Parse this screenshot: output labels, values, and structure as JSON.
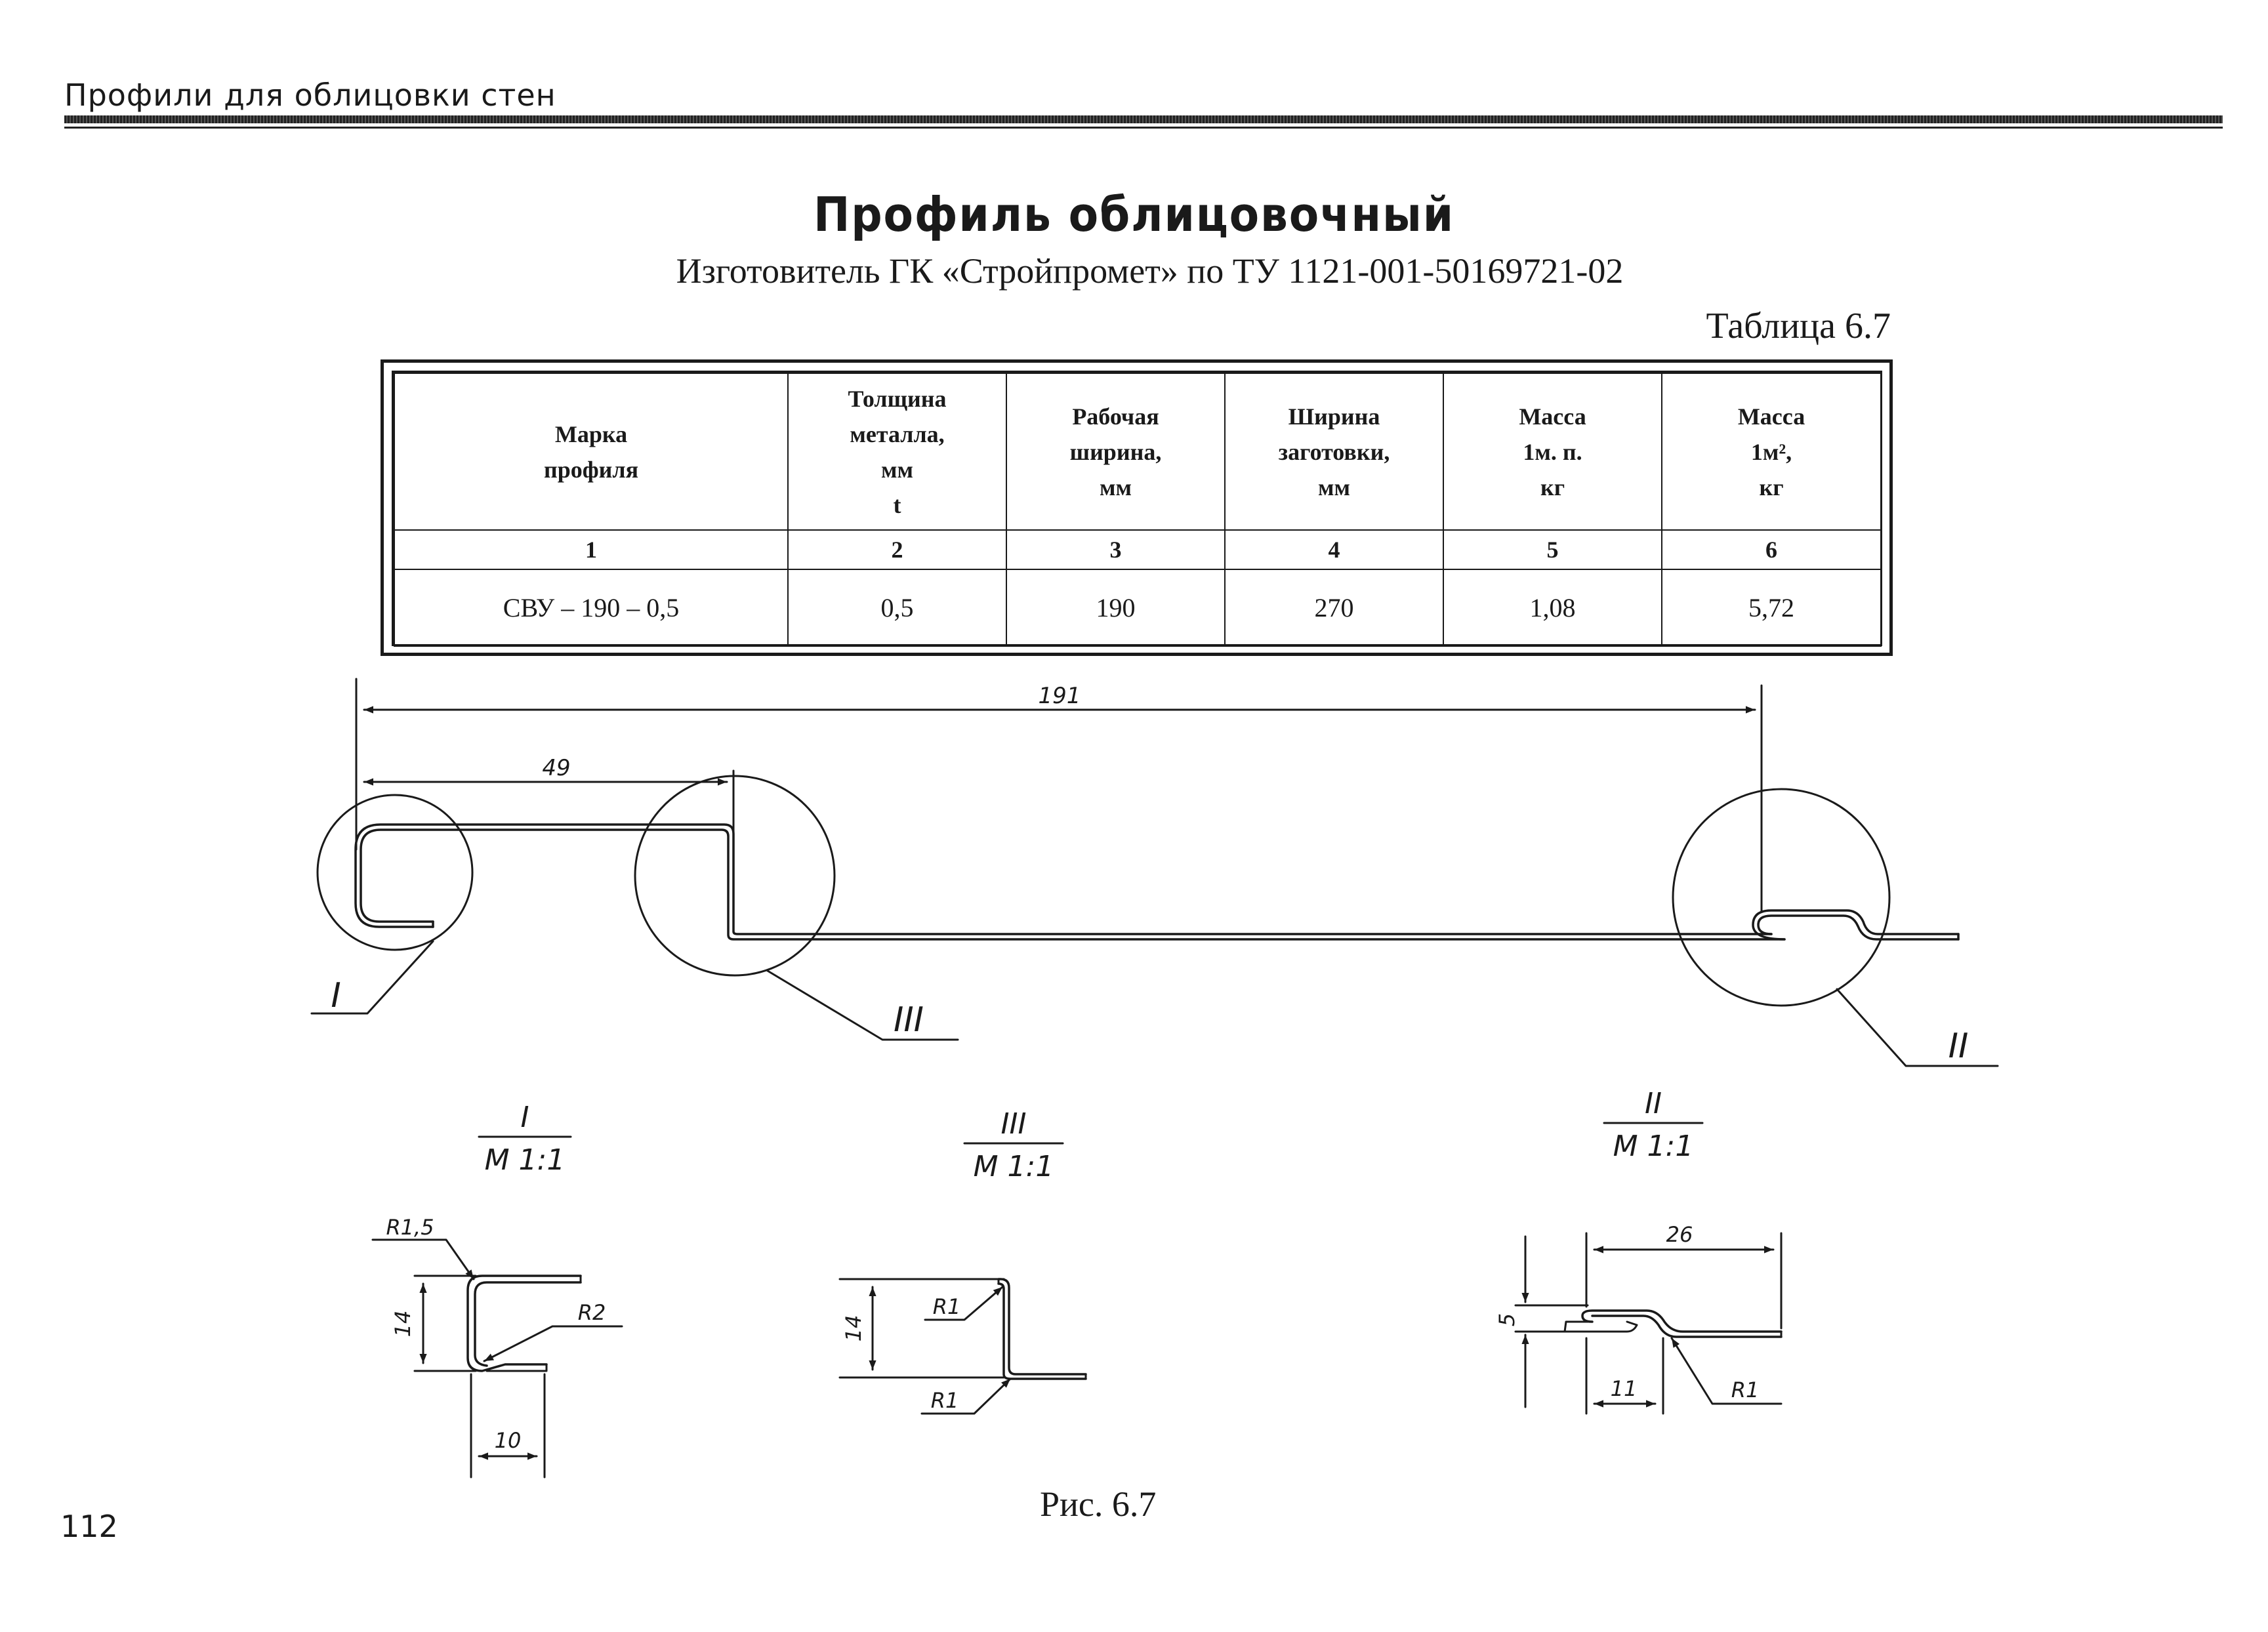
{
  "header": {
    "section_title": "Профили для облицовки стен"
  },
  "title": "Профиль облицовочный",
  "subtitle": "Изготовитель ГК «Стройпромет» по ТУ 1121-001-50169721-02",
  "table_label": "Таблица 6.7",
  "table": {
    "headers": [
      [
        "Марка",
        "профиля"
      ],
      [
        "Толщина",
        "металла,",
        "мм",
        "t"
      ],
      [
        "Рабочая",
        "ширина,",
        "мм"
      ],
      [
        "Ширина",
        "заготовки,",
        "мм"
      ],
      [
        "Масса",
        "1м. п.",
        "кг"
      ],
      [
        "Масса",
        "1м²,",
        "кг"
      ]
    ],
    "column_numbers": [
      "1",
      "2",
      "3",
      "4",
      "5",
      "6"
    ],
    "rows": [
      [
        "СВУ – 190 – 0,5",
        "0,5",
        "190",
        "270",
        "1,08",
        "5,72"
      ]
    ]
  },
  "drawing": {
    "dim_overall": "191",
    "dim_left": "49",
    "callouts": [
      "I",
      "III",
      "II"
    ],
    "detail_I": {
      "label": "I",
      "scale": "М 1:1",
      "r_top": "R1,5",
      "r_side": "R2",
      "height": "14",
      "width": "10"
    },
    "detail_III": {
      "label": "III",
      "scale": "М 1:1",
      "r_top": "R1",
      "r_bottom": "R1",
      "height": "14"
    },
    "detail_II": {
      "label": "II",
      "scale": "М 1:1",
      "length": "26",
      "height": "5",
      "offset": "11",
      "radius": "R1"
    }
  },
  "figure_caption": "Рис. 6.7",
  "page_number": "112"
}
